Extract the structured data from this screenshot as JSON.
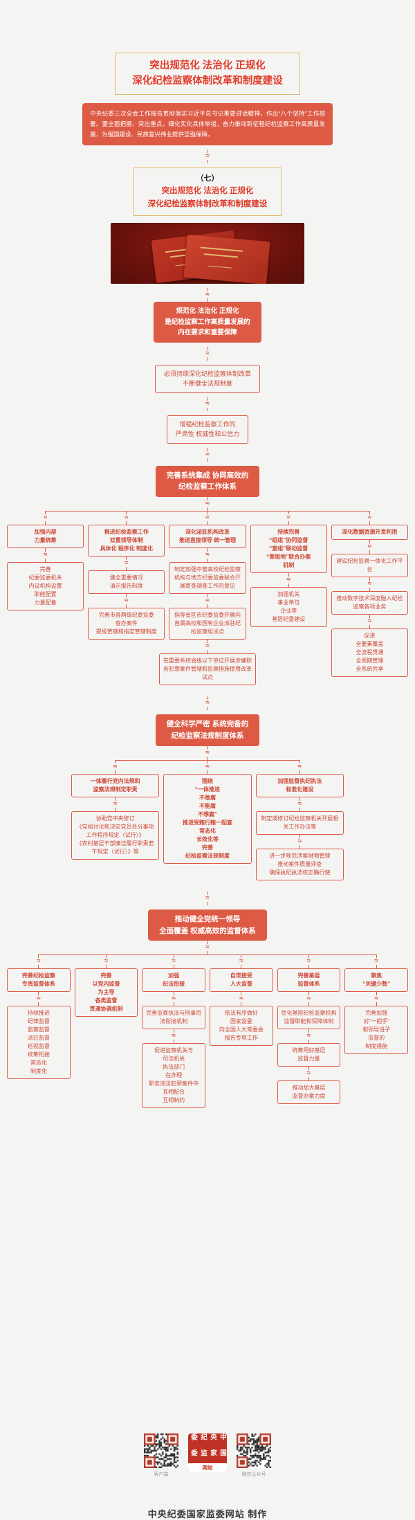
{
  "theme": {
    "accent": "#dd5a45",
    "gold": "#e4b76e",
    "bg": "#f4f4f3"
  },
  "header": {
    "title": "突出规范化 法治化 正规化\n深化纪检监察体制改革和制度建设",
    "intro": "中央纪委三次全会工作报告贯彻落实习近平总书记重要讲话精神，作出“八个坚持”工作部署。要全面把握、突出重点，细化实化具体举措，奋力推动新征程纪检监察工作高质量发展，为强国建设、民族复兴伟业提供坚强保障。",
    "section_no": "（七）",
    "section_title": "突出规范化 法治化 正规化\n深化纪检监察体制改革和制度建设"
  },
  "lead": {
    "premise": "规范化 法治化 正规化\n是纪检监察工作高质量发展的\n内在要求和重要保障",
    "must": "必须持续深化纪检监察体制改革\n不断健全法规制度",
    "enhance": "增强纪检监察工作的\n严肃性 权威性和公信力"
  },
  "tree1": {
    "header": "完善系统集成 协同高效的\n纪检监察工作体系",
    "cols": [
      {
        "head": "加强内部\n力量统筹",
        "children": [
          "完善\n纪委监委机关\n内设机构设置\n职能配置\n力量配备"
        ]
      },
      {
        "head": "推进纪检监察工作\n双重领导体制\n具体化 程序化 制度化",
        "children": [
          "健全重要情况\n请示报告制度",
          "完善市县两级纪委监委\n查办案件\n提级管辖和指定管辖制度"
        ]
      },
      {
        "head": "深化派驻机构改革\n推进直接领导 统一管理",
        "children": [
          "制定加强中管高校纪检监察机构与地方纪委监委联合开展审查调查工作的意见",
          "指导省区市纪委监委开展向直属高校和国有企业派驻纪检监察组试点",
          "在重要系统省级以下单位开展涉嫌职务犯罪案件管辖和监察措施使用改革试点"
        ]
      },
      {
        "head": "持续完善\n“组组”协同监督\n“室组”联动监督\n“室组地”联合办案\n机制",
        "children": [
          "加强机关\n事业单位\n企业等\n基层纪委建设"
        ]
      },
      {
        "head": "深化数据资源开发利用",
        "children": [
          "建设纪检监察一体化工作平台",
          "推动数字技术深度融入纪检监察各项业务",
          "促进\n全要素覆盖\n全流程贯通\n全周期管理\n全系统共享"
        ]
      }
    ]
  },
  "tree2": {
    "header": "健全科学严密 系统完备的\n纪检监察法规制度体系",
    "cols": [
      {
        "head": "一体履行党内法规和\n监察法规制定职责",
        "children": [
          "协助党中央修订\n《党组讨论和决定党员处分事项工作程序规定（试行）》\n《农村基层干部廉洁履行职责若干规定（试行）》等"
        ]
      },
      {
        "head": "围绕\n“一体推进\n不敢腐\n不能腐\n不想腐”\n推进受贿行贿一起查\n常态化\n长效化等\n完善\n纪检监察法规制度",
        "children": []
      },
      {
        "head": "加强监督执纪执法\n标准化建设",
        "children": [
          "制定或修订纪检监察机关开展相关工作办法等",
          "进一步规范涉案财物管理\n推动案件质量评查\n确保执纪执法权正确行使"
        ]
      }
    ]
  },
  "tree3": {
    "header": "推动健全党统一领导\n全面覆盖 权威高效的监督体系",
    "cols": [
      {
        "head": "完善纪检监察\n专责监督体系",
        "children": [
          "持续推进\n纪律监督\n监察监督\n派驻监督\n巡视监督\n统筹衔接\n常态化\n制度化"
        ]
      },
      {
        "head": "完善\n以党内监督\n为主导\n各类监督\n贯通协调机制",
        "children": []
      },
      {
        "head": "加强\n纪法衔接",
        "children": [
          "完善监察执法与刑事司法衔接机制",
          "促进监察机关与\n司法机关\n执法部门\n在办理\n职务违法犯罪案件中\n互相配合\n互相制约"
        ]
      },
      {
        "head": "自觉接受\n人大监督",
        "children": [
          "依法有序做好\n国家监委\n向全国人大常委会\n报告专项工作"
        ]
      },
      {
        "head": "完善基层\n监督体系",
        "children": [
          "优化基层纪检监察机构监督职能和保障体制",
          "统筹用好基层\n监督力量",
          "推动加大基层\n监督办案力度"
        ]
      },
      {
        "head": "聚焦\n“关键少数”",
        "children": [
          "完善加强\n对“一把手”\n和领导班子\n监督的\n制度措施"
        ]
      }
    ]
  },
  "footer": {
    "qr_left_label": "客户端",
    "qr_right_label": "微信公众号",
    "logo_line1": "中央纪委",
    "logo_line2": "国家监委",
    "logo_badge": "网站",
    "credit": "中央纪委国家监委网站 制作"
  }
}
